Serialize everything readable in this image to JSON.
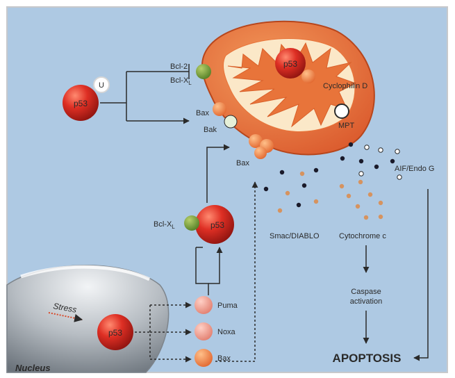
{
  "labels": {
    "u": "U",
    "p53_left": "p53",
    "bcl2": "Bcl-2",
    "bclxl_top_main": "Bcl-X",
    "bclxl_top_sub": "L",
    "bax_top": "Bax",
    "bak": "Bak",
    "p53_mito": "p53",
    "cyclophilin": "Cyclophilin D",
    "mpt": "MPT",
    "bax_lower": "Bax",
    "aif_endog": "AIF/Endo G",
    "bclxl_mid_main": "Bcl-X",
    "bclxl_mid_sub": "L",
    "p53_mid": "p53",
    "smac": "Smac/DIABLO",
    "cytc": "Cytochrome c",
    "caspase_1": "Caspase",
    "caspase_2": "activation",
    "apoptosis": "APOPTOSIS",
    "stress": "Stress",
    "p53_nucleus": "p53",
    "nucleus": "Nucleus",
    "puma": "Puma",
    "noxa": "Noxa",
    "bax_gene": "Bax"
  },
  "colors": {
    "background": "#aec9e3",
    "p53_red": "#d42a22",
    "mito_orange": "#e8743a",
    "bcl_green": "#5f8f2e",
    "nucleus_gray": "#8e959c"
  }
}
